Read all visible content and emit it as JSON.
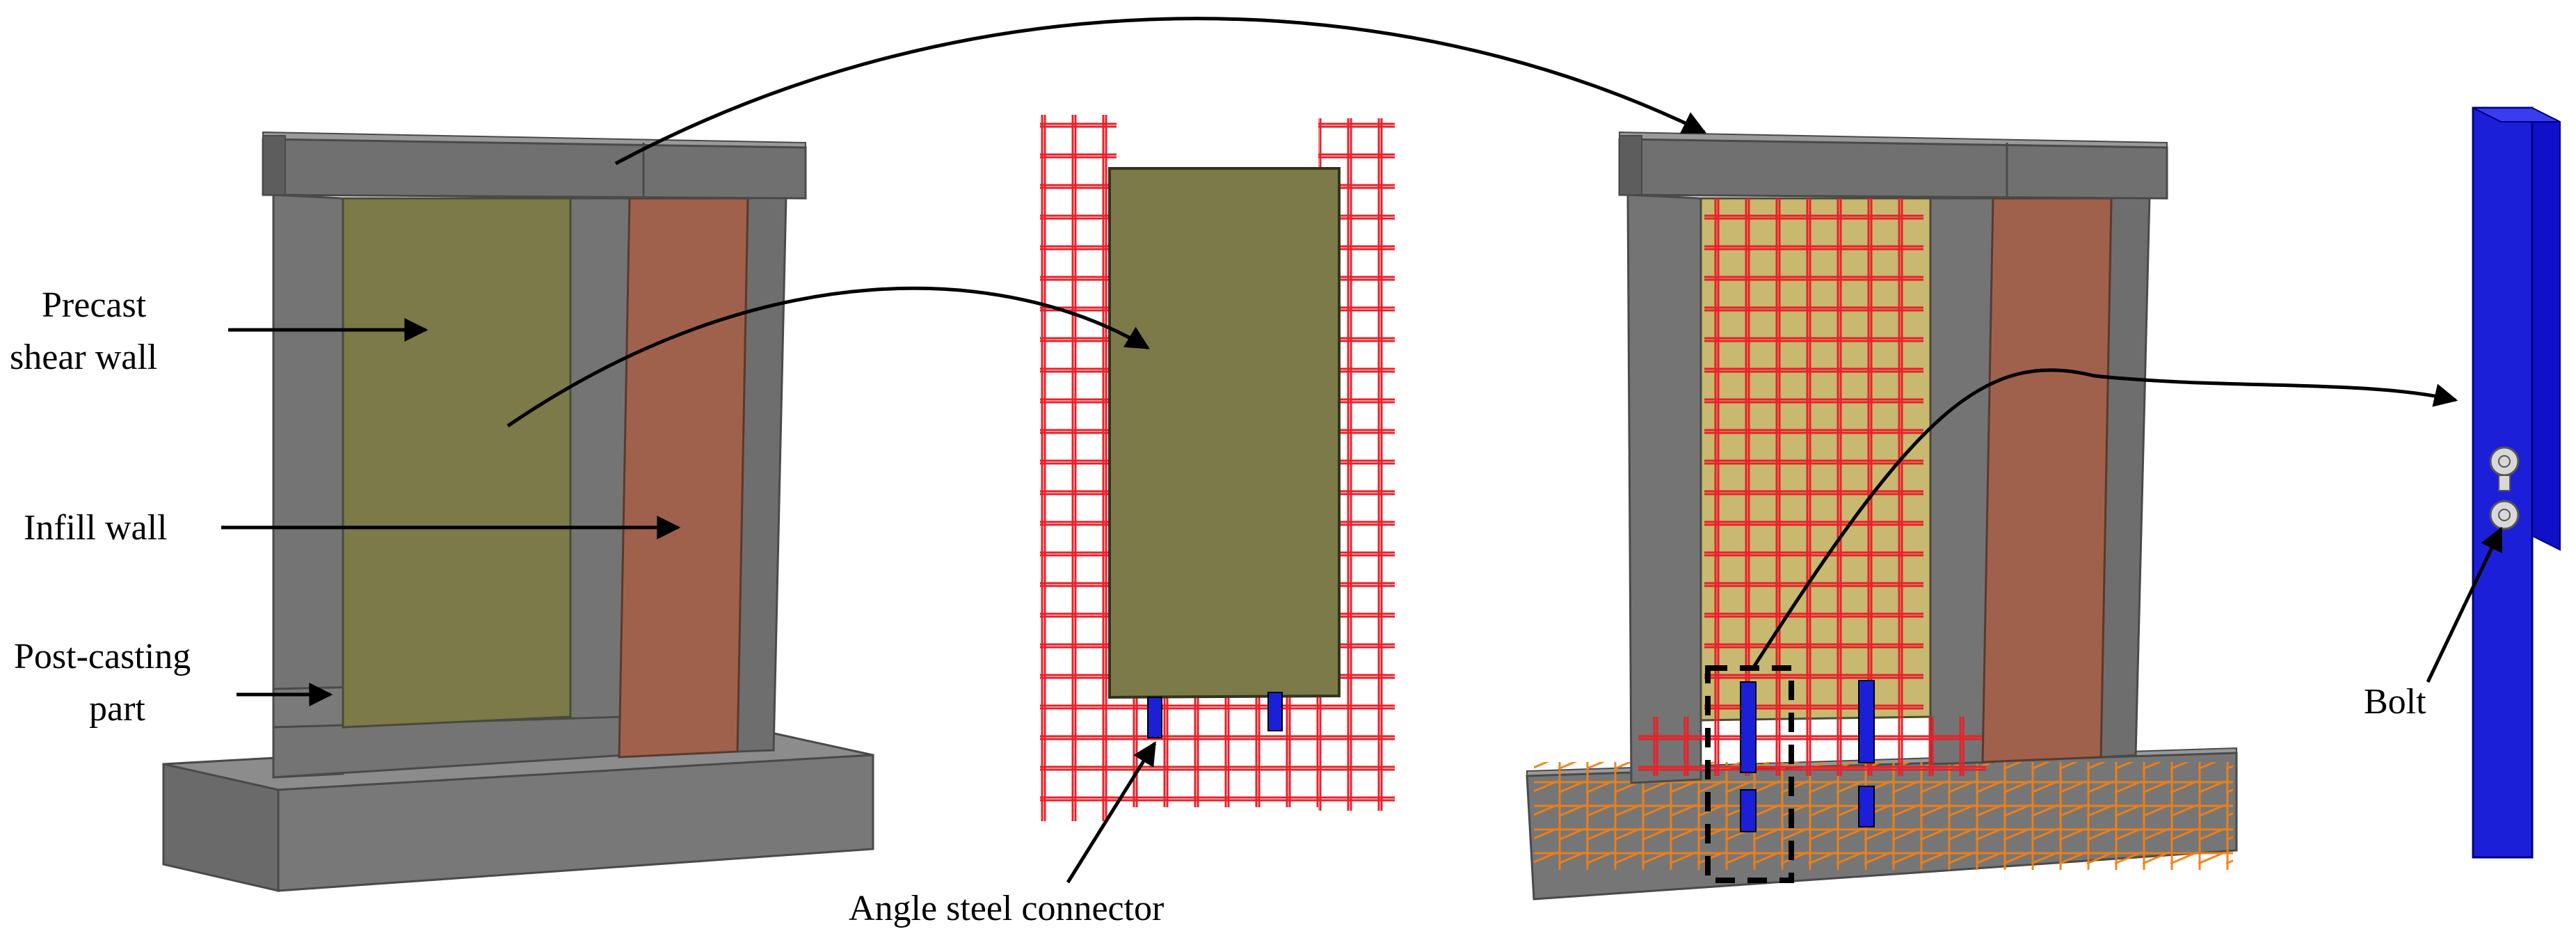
{
  "labels": {
    "precast_shear_wall_line1": "Precast",
    "precast_shear_wall_line2": "shear wall",
    "infill_wall": "Infill wall",
    "post_casting_line1": "Post-casting",
    "post_casting_line2": "part",
    "angle_steel_connector": "Angle steel connector",
    "bolt": "Bolt"
  },
  "colors": {
    "concrete": "#757575",
    "concrete_dark": "#5d5d5d",
    "concrete_light": "#8c8c8c",
    "precast_wall": "#7b7a48",
    "infill_wall": "#a0614c",
    "rebar_red": "#e8212a",
    "rebar_orange": "#f07f14",
    "connector_blue": "#1c1fd8",
    "arrow": "#000000"
  },
  "icons": {
    "arrowhead": "arrowhead-icon"
  }
}
